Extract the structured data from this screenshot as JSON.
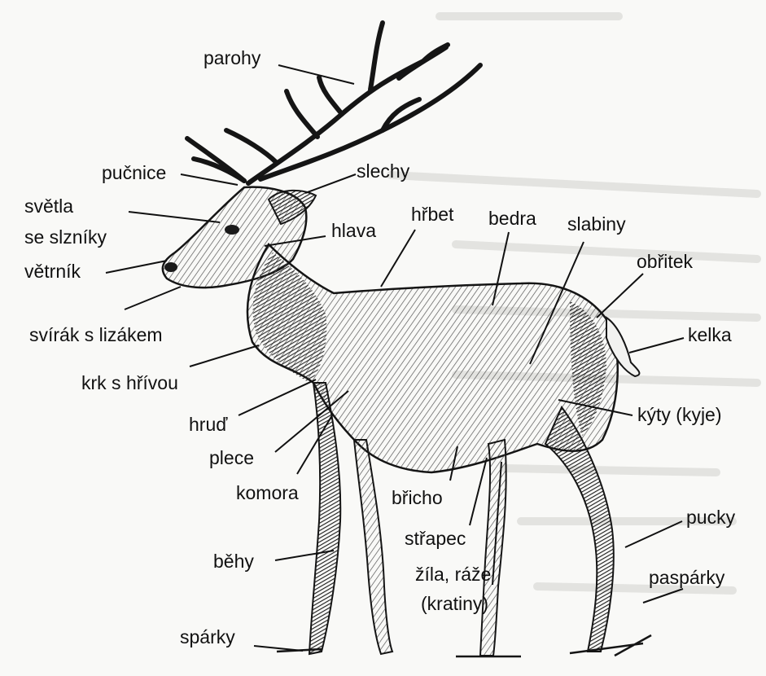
{
  "labels": {
    "parohy": "parohy",
    "pucnice": "pučnice",
    "slechy": "slechy",
    "svetla_1": "světla",
    "svetla_2": "se slzníky",
    "hlava": "hlava",
    "hrbet": "hřbet",
    "bedra": "bedra",
    "slabiny": "slabiny",
    "vetrnik": "větrník",
    "obritek": "obřitek",
    "svirak": "svírák s lizákem",
    "kelka": "kelka",
    "krk": "krk s hřívou",
    "hrud": "hruď",
    "kyty": "kýty (kyje)",
    "plece": "plece",
    "komora": "komora",
    "bricho": "břicho",
    "pucky": "pucky",
    "strapec": "střapec",
    "behy": "běhy",
    "zila_1": "žíla, ráže",
    "zila_2": "(kratiny)",
    "pasparky": "paspárky",
    "sparky": "spárky"
  },
  "colors": {
    "ink": "#111111",
    "paper": "#f9f9f7",
    "ghost_text": "#c9c9c6"
  }
}
